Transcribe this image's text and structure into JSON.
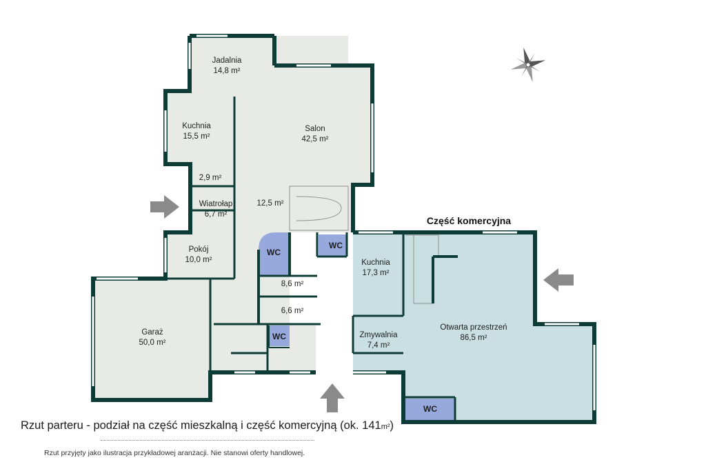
{
  "rooms": [
    {
      "name": "Jadalnia",
      "area": "14,8 m²"
    },
    {
      "name": "Kuchnia",
      "area": "15,5 m²"
    },
    {
      "name": "Salon",
      "area": "42,5 m²"
    },
    {
      "name": "",
      "area": "2,9 m²"
    },
    {
      "name": "Wiatrołap",
      "area": "6,7 m²"
    },
    {
      "name": "",
      "area": "12,5 m²"
    },
    {
      "name": "Pokój",
      "area": "10,0 m²"
    },
    {
      "name": "Garaż",
      "area": "50,0 m²"
    },
    {
      "name": "",
      "area": "8,6 m²"
    },
    {
      "name": "",
      "area": "6,6 m²"
    },
    {
      "name": "Kuchnia",
      "area": "17,3 m²"
    },
    {
      "name": "Zmywalnia",
      "area": "7,4 m²"
    },
    {
      "name": "Otwarta przestrzeń",
      "area": "86,5 m²"
    }
  ],
  "wc_label": "WC",
  "commercial_title": "Część komercyjna",
  "caption": {
    "text": "Rzut parteru - podział na część mieszkalną i część komercyjną (ok. 141",
    "unit": "m²",
    "close": ")"
  },
  "disclaimer": "Rzut przyjęty jako ilustracja przykładowej aranżacji. Nie stanowi oferty handlowej.",
  "colors": {
    "wall": "#0d3b35",
    "residential_floor": "#e8ebe5",
    "commercial_floor": "#c9dfe2",
    "wc_floor": "#97a9dc",
    "arrow": "#8a8a8a"
  },
  "icons": [
    "compass-rose-icon",
    "entrance-arrow-icon"
  ]
}
